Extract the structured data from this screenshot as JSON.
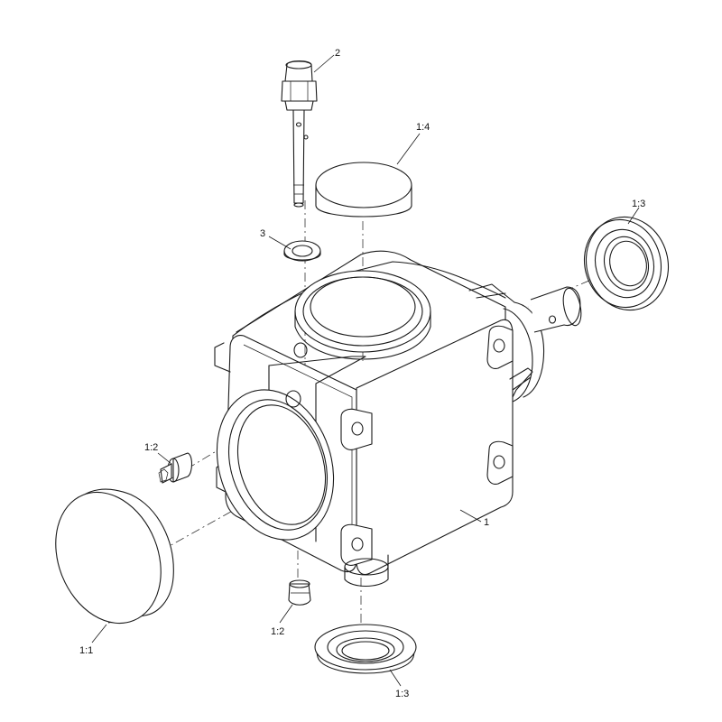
{
  "callouts": {
    "housing": "1",
    "cover_front": "1:1",
    "plug_left": "1:2",
    "plug_bottom": "1:2",
    "seal_right": "1:3",
    "seal_bottom": "1:3",
    "cover_top": "1:4",
    "breather": "2",
    "washer": "3"
  },
  "colors": {
    "line": "#1a1a1a",
    "background": "#ffffff"
  }
}
